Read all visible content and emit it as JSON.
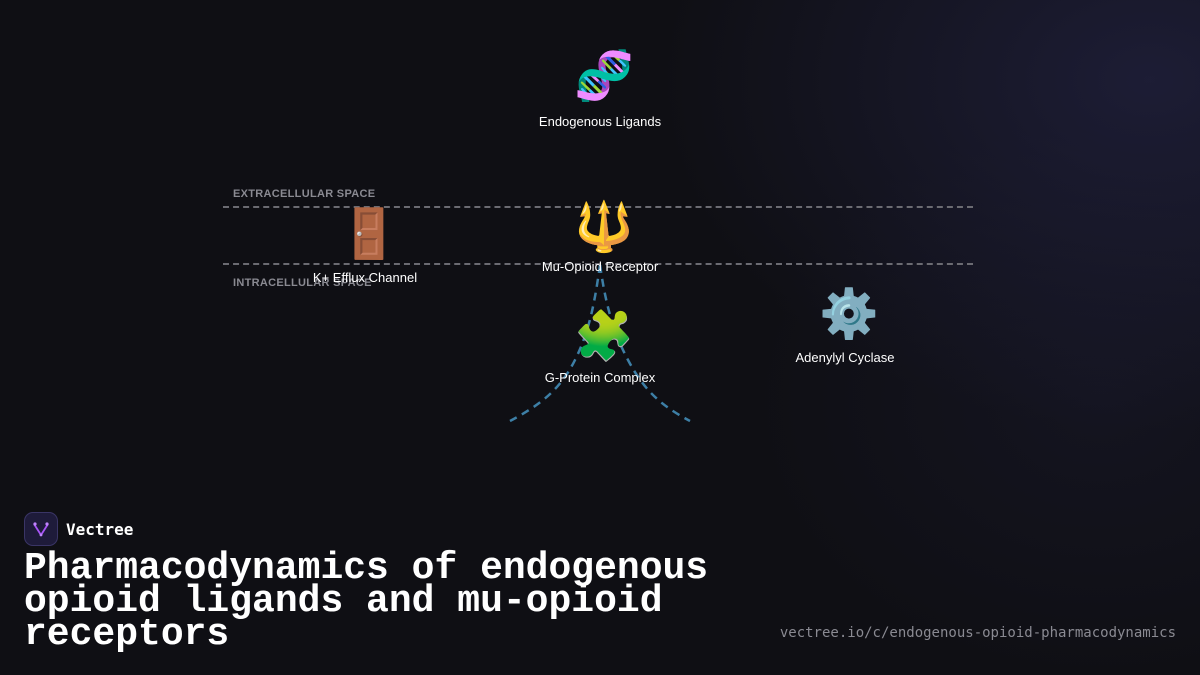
{
  "diagram": {
    "extracellular_label": "EXTRACELLULAR SPACE",
    "intracellular_label": "INTRACELLULAR SPACE",
    "nodes": {
      "ligands": {
        "label": "Endogenous Ligands",
        "icon": "🧬",
        "icon_name": "dna-icon"
      },
      "receptor": {
        "label": "Mu-Opioid Receptor",
        "icon": "🔱",
        "icon_name": "trident-icon"
      },
      "channel": {
        "label": "K+ Efflux Channel",
        "icon": "🚪",
        "icon_name": "door-icon"
      },
      "gprotein": {
        "label": "G-Protein Complex",
        "icon": "🧩",
        "icon_name": "puzzle-piece-icon"
      },
      "cyclase": {
        "label": "Adenylyl Cyclase",
        "icon": "⚙️",
        "icon_name": "gear-icon"
      }
    },
    "link_color": "#3d7fa6",
    "membrane_color": "#6b6b72"
  },
  "brand": {
    "name": "Vectree",
    "logo_color": "#a855f7"
  },
  "title": "Pharmacodynamics of endogenous opioid ligands and mu-opioid receptors",
  "url": "vectree.io/c/endogenous-opioid-pharmacodynamics"
}
